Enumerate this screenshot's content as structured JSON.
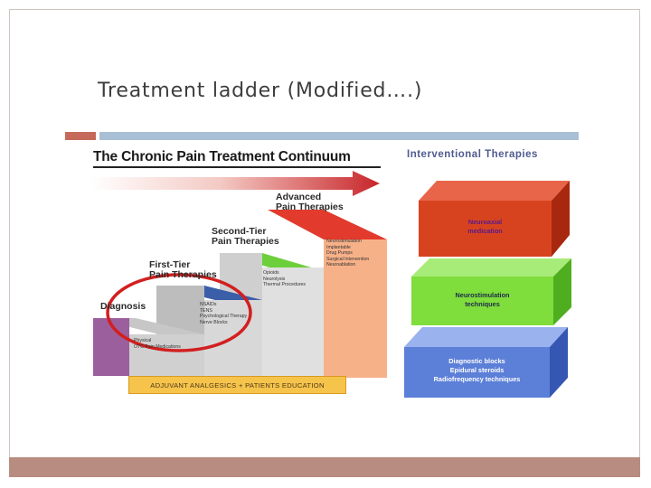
{
  "slide_title": "Treatment ladder (Modified….)",
  "continuum_title": "The Chronic Pain Treatment Continuum",
  "interventional_title": "Interventional Therapies",
  "steps": [
    {
      "label": "Diagnosis",
      "items": [
        "Physical",
        "OTC Pain Medications"
      ]
    },
    {
      "label_line1": "First-Tier",
      "label_line2": "Pain Therapies",
      "items": [
        "NSAIDs",
        "TENS",
        "Psychological Therapy",
        "Nerve Blocks"
      ]
    },
    {
      "label_line1": "Second-Tier",
      "label_line2": "Pain Therapies",
      "items": [
        "Opioids",
        "Neurolysis",
        "Thermal Procedures"
      ]
    },
    {
      "label_line1": "Advanced",
      "label_line2": "Pain Therapies",
      "items": [
        "Neurostimulation",
        "Implantable",
        "Drug Pumps",
        "Surgical Intervention",
        "Neuroablation"
      ]
    }
  ],
  "adjuvant_label": "ADJUVANT ANALGESICS + PATIENTS EDUCATION",
  "boxes": [
    {
      "lines": [
        "Neuroaxial",
        "medication"
      ],
      "color": "#d8431f"
    },
    {
      "lines": [
        "Neurostimulation",
        "techniques"
      ],
      "color": "#7fdd3c"
    },
    {
      "lines": [
        "Diagnostic blocks",
        "Epidural steroids",
        "Radiofrequency techniques"
      ],
      "color": "#5c7fd8"
    }
  ],
  "colors": {
    "accent_bar": "#c56a5b",
    "header_bar": "#a9bfd6",
    "footer_band": "#b88c80",
    "highlight_circle": "#d21f1f"
  }
}
